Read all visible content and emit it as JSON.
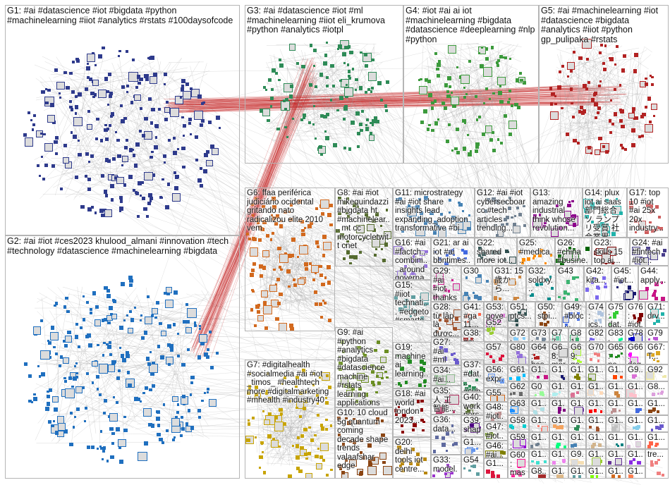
{
  "graph": {
    "groups": [
      {
        "id": "G1",
        "label": "G1: #ai #datascience #iot #bigdata #python #machinelearning #iiot #analytics #rstats #100daysofcode",
        "color": "#2e3a8c"
      },
      {
        "id": "G2",
        "label": "G2: #ai #iot #ces2023 khulood_almani #innovation #tech #technology #datascience #machinelearning #bigdata",
        "color": "#1f6fbf"
      },
      {
        "id": "G3",
        "label": "G3: #ai #datascience #iot #ml #machinelearning #iiot eli_krumova #python #analytics #iotpl",
        "color": "#2e8b57"
      },
      {
        "id": "G4",
        "label": "G4: #iot #ai ai iot #machinelearning #bigdata #datascience #deeplearning #nlp #python",
        "color": "#3c9a3c"
      },
      {
        "id": "G5",
        "label": "G5: #ai #machinelearning #iot #datascience #bigdata #analytics #iiot #python gp_pulipaka #rstats",
        "color": "#b22222"
      },
      {
        "id": "G6",
        "label": "G6: ffaa periférica judiciário ocidental gritando nato radicalizou elite 2010 vem",
        "color": "#d2691e"
      },
      {
        "id": "G7",
        "label": "G7: #digitalhealth #socialmedia #ai #iot _timos_ #healthtech more #digitalmarketing #mhealth #industry40",
        "color": "#c8a400"
      },
      {
        "id": "G8",
        "label": "G8: #ai #iot mikequindazzi #bigdata ht #machinelear... mt cc motorcycletwitt cnet",
        "color": "#556b2f"
      },
      {
        "id": "G9",
        "label": "G9: #ai #python #analytics #bigdata #datascience machine #rstats learning applications #iot",
        "color": "#6b8e23"
      },
      {
        "id": "G10",
        "label": "G10: 10 cloud 5g quantum coming decade shape trends valaafshar edge",
        "color": "#8b4513"
      },
      {
        "id": "G11",
        "label": "G11: microstrategy #ai #iot share insights lead expanding_adoption transformative #bi",
        "color": "#4682b4"
      },
      {
        "id": "G12",
        "label": "G12: #ai #iot cybersecboar cc #tech articles trending...",
        "color": "#708090"
      },
      {
        "id": "G13",
        "label": "G13: amazing industrial think whose revolution...",
        "color": "#8b008b"
      },
      {
        "id": "G14",
        "label": "G14: plux iot ai saas 部門総合ソ ランプリ受賞 社会業界...",
        "color": "#20b2aa"
      },
      {
        "id": "G17",
        "label": "G17: top 10 #iot #ai 25x 20x industry...",
        "color": "#cd5c5c"
      },
      {
        "id": "G16",
        "label": "G16: #ai #factch... combini... around governa...",
        "color": "#9370db"
      },
      {
        "id": "G21",
        "label": "G21: ar ai iot #ai bbntimes...",
        "color": "#4169e1"
      },
      {
        "id": "G22",
        "label": "G22: shared more iot...",
        "color": "#2f4f4f"
      },
      {
        "id": "G25",
        "label": "G25: #medica... elsorese...",
        "color": "#ff8c00"
      },
      {
        "id": "G26",
        "label": "G26: #china #busine...",
        "color": "#006400"
      },
      {
        "id": "G23",
        "label": "G23: skills 15 top ai...",
        "color": "#800000"
      },
      {
        "id": "G24",
        "label": "G24: #ai #fintech #iot...",
        "color": "#483d8b"
      },
      {
        "id": "G15",
        "label": "G15: #iiot technati... #edgeto #smartc...",
        "color": "#5f9ea0"
      },
      {
        "id": "G18",
        "label": "G18: #ai world london 2023...",
        "color": "#8b0000"
      },
      {
        "id": "G19",
        "label": "G19: machine ai learning...",
        "color": "#228b22"
      },
      {
        "id": "G20",
        "label": "G20: delhi tools iot centre...",
        "color": "#b8860b"
      },
      {
        "id": "G27",
        "label": "G27: #ai #ml #iot #it...",
        "color": "#6a5acd"
      },
      {
        "id": "G28",
        "label": "G28: từ lập là được...",
        "color": "#a0522d"
      },
      {
        "id": "G29",
        "label": "G29: #ai #iot thanks...",
        "color": "#d02090"
      },
      {
        "id": "G30",
        "label": "G30",
        "color": "#4682b4"
      },
      {
        "id": "G31",
        "label": "G31: 15 歳から...",
        "color": "#cd853f"
      },
      {
        "id": "G32",
        "label": "G32: soldxy...",
        "color": "#008b8b"
      },
      {
        "id": "G33",
        "label": "G33: model...",
        "color": "#9932cc"
      },
      {
        "id": "G34",
        "label": "G34: #ai...",
        "color": "#8fbc8f"
      },
      {
        "id": "G35",
        "label": "G35: 人 工智能...",
        "color": "#b03060"
      },
      {
        "id": "G36",
        "label": "G36: data...",
        "color": "#5f6a9f"
      },
      {
        "id": "G37",
        "label": "G37: #dat... #cyb...",
        "color": "#2e8b57"
      },
      {
        "id": "G38",
        "label": "G38: #ai #incl...",
        "color": "#a52a2a"
      },
      {
        "id": "G39",
        "label": "G39: shape sma...",
        "color": "#4b0082"
      },
      {
        "id": "G40",
        "label": "G40: work pers...",
        "color": "#556b2f"
      },
      {
        "id": "G41",
        "label": "G41: #ga 11...",
        "color": "#ff6347"
      },
      {
        "id": "G42",
        "label": "G42: kita...",
        "color": "#7b68ee"
      },
      {
        "id": "G43",
        "label": "G43",
        "color": "#3cb371"
      },
      {
        "id": "G44",
        "label": "G44: apply...",
        "color": "#c71585"
      },
      {
        "id": "G45",
        "label": "G45: #iot...",
        "color": "#191970"
      },
      {
        "id": "G46",
        "label": "G46: #ai...",
        "color": "#808000"
      },
      {
        "id": "G47",
        "label": "G47: #iot...",
        "color": "#6b8e23"
      },
      {
        "id": "G48",
        "label": "G48: #iot...",
        "color": "#bc8f8f"
      },
      {
        "id": "G49",
        "label": "G49: #bloc...",
        "color": "#4169e1"
      },
      {
        "id": "G50",
        "label": "G50: stpi...",
        "color": "#8b4513"
      },
      {
        "id": "G51",
        "label": "G51: ptcs...",
        "color": "#2f4f4f"
      },
      {
        "id": "G52",
        "label": "G52",
        "color": "#9acd32"
      },
      {
        "id": "G53",
        "label": "G53: gove...",
        "color": "#da70d6"
      },
      {
        "id": "G54",
        "label": "G54",
        "color": "#5f9ea0"
      },
      {
        "id": "G55",
        "label": "G55",
        "color": "#d2691e"
      },
      {
        "id": "G56",
        "label": "G56: expr...",
        "color": "#6495ed"
      },
      {
        "id": "G57",
        "label": "G57",
        "color": "#dc143c"
      },
      {
        "id": "G58",
        "label": "G58: #ai...",
        "color": "#00ced1"
      },
      {
        "id": "G59",
        "label": "G59: mor...",
        "color": "#9400d3"
      },
      {
        "id": "G60",
        "label": "G60: mas...",
        "color": "#ff1493"
      },
      {
        "id": "G61",
        "label": "G61",
        "color": "#00bfff"
      },
      {
        "id": "G62",
        "label": "G62: pro...",
        "color": "#696969"
      },
      {
        "id": "G63",
        "label": "G63",
        "color": "#1e90ff"
      },
      {
        "id": "G64",
        "label": "G64: bes...",
        "color": "#b22222"
      },
      {
        "id": "G65",
        "label": "G65: ne...",
        "color": "#228b22"
      },
      {
        "id": "G66",
        "label": "G66: deg...",
        "color": "#ff00ff"
      },
      {
        "id": "G67",
        "label": "G67: T...",
        "color": "#daa520"
      },
      {
        "id": "G68",
        "label": "G68: mor...",
        "color": "#808080"
      },
      {
        "id": "G69",
        "label": "G69: ge...",
        "color": "#adff2f"
      },
      {
        "id": "G70",
        "label": "G70",
        "color": "#f08080"
      },
      {
        "id": "G71",
        "label": "G71: drv...",
        "color": "#20b2aa"
      },
      {
        "id": "G72",
        "label": "G72: laki...",
        "color": "#87cefa"
      },
      {
        "id": "G73",
        "label": "G73: nxp",
        "color": "#778899"
      },
      {
        "id": "G74",
        "label": "G74: ics...",
        "color": "#b0c4de"
      },
      {
        "id": "G75",
        "label": "G75: dat...",
        "color": "#32cd32"
      },
      {
        "id": "G76",
        "label": "G76: #iot...",
        "color": "#800000"
      },
      {
        "id": "G77",
        "label": "G77",
        "color": "#66cdaa"
      },
      {
        "id": "G78",
        "label": "G78: and...",
        "color": "#0000cd"
      },
      {
        "id": "G79",
        "label": "G79",
        "color": "#ba55d3"
      },
      {
        "id": "G80",
        "label": "G80",
        "color": "#9370db"
      },
      {
        "id": "G81",
        "label": "G81",
        "color": "#3cb371"
      },
      {
        "id": "G82",
        "label": "G82: #ti...",
        "color": "#7b68ee"
      },
      {
        "id": "G83",
        "label": "G83: #ai...",
        "color": "#00fa9a"
      },
      {
        "id": "G84",
        "label": "G84: #ai...",
        "color": "#48d1cc"
      },
      {
        "id": "GR1",
        "label": "G1...",
        "color": "#c71585"
      },
      {
        "id": "GR2",
        "label": "G1...",
        "color": "#191970"
      },
      {
        "id": "GR3",
        "label": "G1...",
        "color": "#808000"
      },
      {
        "id": "GR4",
        "label": "G1...",
        "color": "#6b8e23"
      },
      {
        "id": "GR5",
        "label": "G1...",
        "color": "#ff4500"
      },
      {
        "id": "GR6",
        "label": "G9...",
        "color": "#da70d6"
      },
      {
        "id": "GR7",
        "label": "G92",
        "color": "#eee8aa"
      },
      {
        "id": "GR8",
        "label": "G0",
        "color": "#98fb98"
      },
      {
        "id": "GR9",
        "label": "G1...",
        "color": "#afeeee"
      },
      {
        "id": "GR10",
        "label": "G1...",
        "color": "#db7093"
      },
      {
        "id": "GR11",
        "label": "G1...",
        "color": "#ffdab9"
      },
      {
        "id": "GR12",
        "label": "G1...",
        "color": "#cd853f"
      },
      {
        "id": "GR13",
        "label": "G1...",
        "color": "#ffc0cb"
      },
      {
        "id": "GR14",
        "label": "G8...",
        "color": "#dda0dd"
      },
      {
        "id": "GR15",
        "label": "G1...",
        "color": "#b0e0e6"
      },
      {
        "id": "GR16",
        "label": "G1...",
        "color": "#800080"
      },
      {
        "id": "GR17",
        "label": "G1...",
        "color": "#663399"
      },
      {
        "id": "GR18",
        "label": "G1...",
        "color": "#ff0000"
      },
      {
        "id": "GR19",
        "label": "G1...",
        "color": "#bc8f8f"
      },
      {
        "id": "GR20",
        "label": "G1...",
        "color": "#4169e1"
      },
      {
        "id": "GR21",
        "label": "G1...",
        "color": "#8b4513"
      },
      {
        "id": "GR22",
        "label": "G1...",
        "color": "#fa8072"
      },
      {
        "id": "GR23",
        "label": "G1...",
        "color": "#f4a460"
      },
      {
        "id": "GR24",
        "label": "G1...",
        "color": "#2e8b57"
      },
      {
        "id": "GR25",
        "label": "G1...",
        "color": "#a0522d"
      },
      {
        "id": "GR26",
        "label": "G1...",
        "color": "#c0c0c0"
      },
      {
        "id": "GR27",
        "label": "G1...",
        "color": "#87ceeb"
      },
      {
        "id": "GR28",
        "label": "G1...",
        "color": "#6a5acd"
      },
      {
        "id": "GR29",
        "label": "G1...",
        "color": "#708090"
      },
      {
        "id": "GR30",
        "label": "G1...",
        "color": "#00ff7f"
      },
      {
        "id": "GR31",
        "label": "G1...",
        "color": "#4682b4"
      },
      {
        "id": "GR32",
        "label": "G1...",
        "color": "#d2b48c"
      },
      {
        "id": "GR33",
        "label": "G1...",
        "color": "#008080"
      },
      {
        "id": "GR34",
        "label": "G1...",
        "color": "#d8bfd8"
      },
      {
        "id": "GR35",
        "label": "G1...",
        "color": "#ff6347"
      },
      {
        "id": "GR36",
        "label": "G1...",
        "color": "#40e0d0"
      },
      {
        "id": "GR37",
        "label": "G1...",
        "color": "#ee82ee"
      },
      {
        "id": "GR38",
        "label": "G9...",
        "color": "#f5deb3"
      },
      {
        "id": "GR39",
        "label": "G1...",
        "color": "#9acd32"
      },
      {
        "id": "GR40",
        "label": "G1...",
        "color": "#663399"
      },
      {
        "id": "GR41",
        "label": "G1...",
        "color": "#8a2be2"
      },
      {
        "id": "GR42",
        "label": "G8...",
        "color": "#a52a2a"
      },
      {
        "id": "GR43",
        "label": "G1...",
        "color": "#deb887"
      },
      {
        "id": "GR44",
        "label": "G1...",
        "color": "#5f9ea0"
      },
      {
        "id": "GR45",
        "label": "G1...",
        "color": "#7fff00"
      },
      {
        "id": "GR46",
        "label": "G1...",
        "color": "#d2691e"
      },
      {
        "id": "GR47",
        "label": "G1...",
        "color": "#ff7f50"
      },
      {
        "id": "GR48",
        "label": "G1...",
        "color": "#6495ed"
      },
      {
        "id": "GR49",
        "label": "G1...",
        "color": "#dc143c"
      },
      {
        "id": "GR50",
        "label": "G1...",
        "color": "#00ffff"
      },
      {
        "id": "GR51",
        "label": "G1...",
        "color": "#00008b"
      },
      {
        "id": "GR52",
        "label": "G1...",
        "color": "#008b8b"
      },
      {
        "id": "GR53",
        "label": "G1...",
        "color": "#b8860b"
      },
      {
        "id": "GR54",
        "label": "G9...",
        "color": "#a9a9a9"
      },
      {
        "id": "GR55",
        "label": "G1...",
        "color": "#006400"
      },
      {
        "id": "GR56",
        "label": "G1...",
        "color": "#bdb76b"
      },
      {
        "id": "GR57",
        "label": "G1...",
        "color": "#8b008b"
      },
      {
        "id": "GR58",
        "label": "G1...",
        "color": "#556b2f"
      },
      {
        "id": "GR59",
        "label": "G1...",
        "color": "#ff8c00"
      },
      {
        "id": "GR60",
        "label": "G1...",
        "color": "#9932cc"
      },
      {
        "id": "GR61",
        "label": "G8...",
        "color": "#8b0000"
      },
      {
        "id": "GR62",
        "label": "G1...",
        "color": "#e9967a"
      },
      {
        "id": "GR63",
        "label": "G1...",
        "color": "#8fbc8f"
      },
      {
        "id": "GR64",
        "label": "G1...",
        "color": "#483d8b"
      },
      {
        "id": "GR65",
        "label": "G1...",
        "color": "#2f4f4f"
      },
      {
        "id": "GR66",
        "label": "G1...",
        "color": "#00ced1"
      },
      {
        "id": "GR67",
        "label": "G1...",
        "color": "#9400d3"
      },
      {
        "id": "GR68",
        "label": "G1...",
        "color": "#ff1493"
      },
      {
        "id": "GR69",
        "label": "G1...",
        "color": "#00bfff"
      },
      {
        "id": "GR70",
        "label": "G1...",
        "color": "#696969"
      },
      {
        "id": "GR71",
        "label": "G1...",
        "color": "#1e90ff"
      },
      {
        "id": "GR72",
        "label": "G1...",
        "color": "#b22222"
      },
      {
        "id": "GR73",
        "label": "G1...",
        "color": "#228b22"
      },
      {
        "id": "GR74",
        "label": "G1...",
        "color": "#ff00ff"
      },
      {
        "id": "GR75",
        "label": "G1...",
        "color": "#daa520"
      },
      {
        "id": "GR76",
        "label": "G1...",
        "color": "#808080"
      },
      {
        "id": "GR77",
        "label": "G1...",
        "color": "#adff2f"
      },
      {
        "id": "GR78",
        "label": "tre...",
        "color": "#f08080"
      }
    ]
  }
}
